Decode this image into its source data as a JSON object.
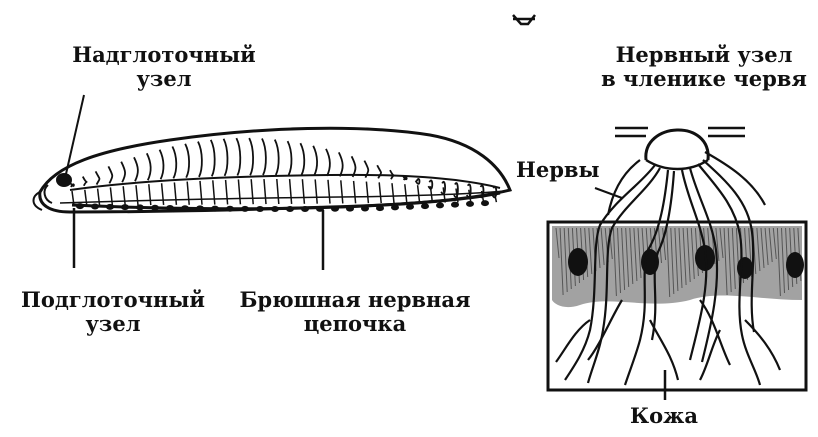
{
  "labels": {
    "suprapharyngeal": {
      "line1": "Надглоточный",
      "line2": "узел"
    },
    "subpharyngeal": {
      "line1": "Подглоточный",
      "line2": "узел"
    },
    "ventral_chain": {
      "line1": "Брюшная нервная",
      "line2": "цепочка"
    },
    "segment_ganglion": {
      "line1": "Нервный узел",
      "line2": "в членике червя"
    },
    "nerves": "Нервы",
    "skin": "Кожа"
  },
  "colors": {
    "ink": "#111111",
    "background": "#ffffff",
    "shading": "#555555"
  }
}
